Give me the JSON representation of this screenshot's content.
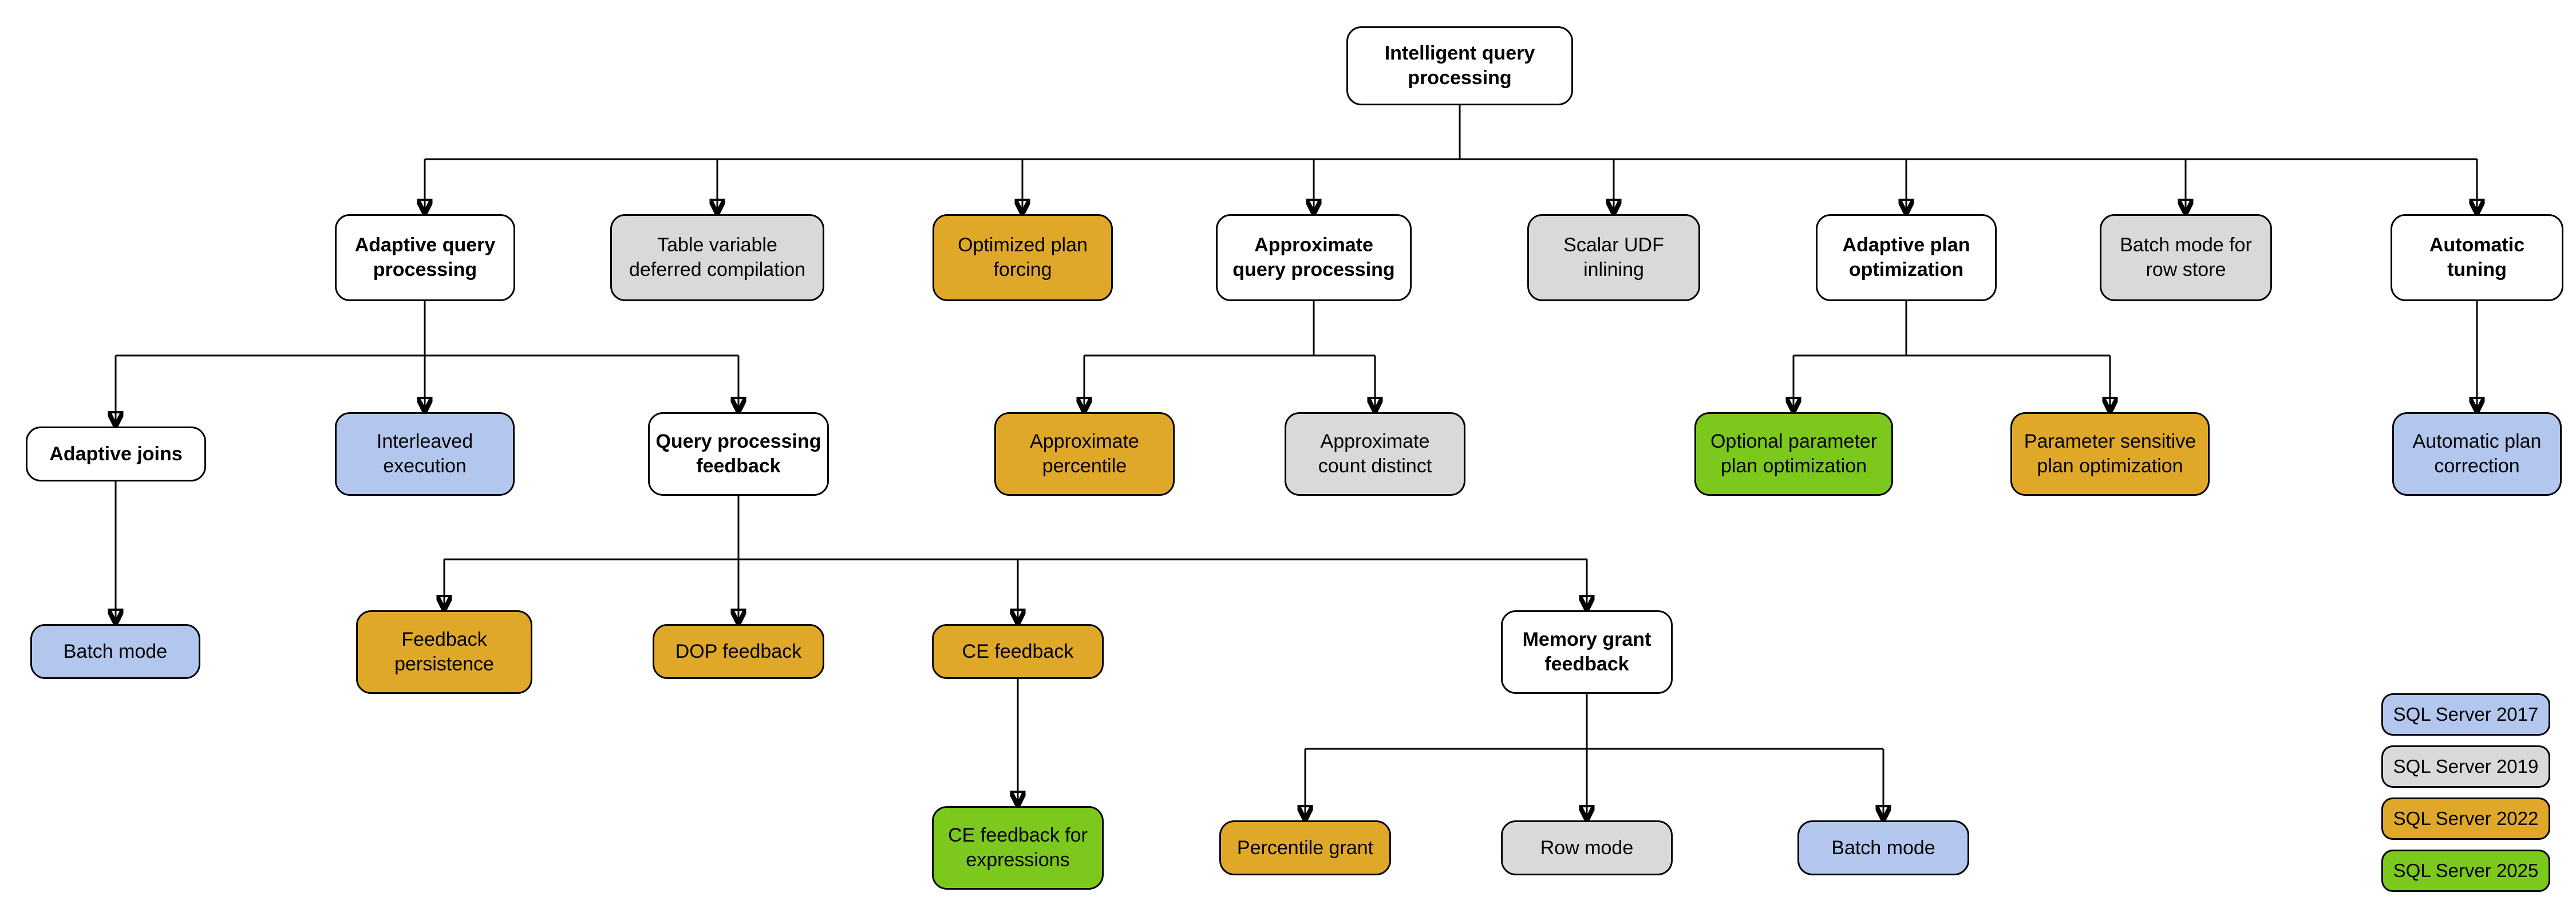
{
  "colors": {
    "v2017": "#B2C6EE",
    "v2019": "#D9D9D9",
    "v2022": "#DFA828",
    "v2025": "#7CC81C",
    "node_border": "#000000",
    "background": "#FFFFFF"
  },
  "diagram": {
    "nodes": [
      {
        "id": "iqp",
        "label": "Intelligent query\nprocessing",
        "version": "category"
      },
      {
        "id": "aqp",
        "label": "Adaptive query\nprocessing",
        "version": "category"
      },
      {
        "id": "tvdc",
        "label": "Table variable\ndeferred compilation",
        "version": "SQL Server 2019"
      },
      {
        "id": "opf",
        "label": "Optimized plan\nforcing",
        "version": "SQL Server 2022"
      },
      {
        "id": "axqp",
        "label": "Approximate\nquery processing",
        "version": "category"
      },
      {
        "id": "sudf",
        "label": "Scalar UDF\ninlining",
        "version": "SQL Server 2019"
      },
      {
        "id": "apo",
        "label": "Adaptive plan\noptimization",
        "version": "category"
      },
      {
        "id": "bmrs",
        "label": "Batch mode for\nrow store",
        "version": "SQL Server 2019"
      },
      {
        "id": "atun",
        "label": "Automatic\ntuning",
        "version": "category"
      },
      {
        "id": "ajoin",
        "label": "Adaptive joins",
        "version": "category"
      },
      {
        "id": "iexec",
        "label": "Interleaved\nexecution",
        "version": "SQL Server 2017"
      },
      {
        "id": "qpfb",
        "label": "Query processing\nfeedback",
        "version": "category"
      },
      {
        "id": "apct",
        "label": "Approximate\npercentile",
        "version": "SQL Server 2022"
      },
      {
        "id": "acd",
        "label": "Approximate\ncount distinct",
        "version": "SQL Server 2019"
      },
      {
        "id": "oppo",
        "label": "Optional parameter\nplan optimization",
        "version": "SQL Server 2025"
      },
      {
        "id": "pspo",
        "label": "Parameter sensitive\nplan optimization",
        "version": "SQL Server 2022"
      },
      {
        "id": "apc",
        "label": "Automatic plan\ncorrection",
        "version": "SQL Server 2017"
      },
      {
        "id": "bmode1",
        "label": "Batch mode",
        "version": "SQL Server 2017"
      },
      {
        "id": "fpers",
        "label": "Feedback\npersistence",
        "version": "SQL Server 2022"
      },
      {
        "id": "dopfb",
        "label": "DOP feedback",
        "version": "SQL Server 2022"
      },
      {
        "id": "cefb",
        "label": "CE feedback",
        "version": "SQL Server 2022"
      },
      {
        "id": "mgfb",
        "label": "Memory grant\nfeedback",
        "version": "category"
      },
      {
        "id": "cefe",
        "label": "CE feedback for\nexpressions",
        "version": "SQL Server 2025"
      },
      {
        "id": "pgrant",
        "label": "Percentile grant",
        "version": "SQL Server 2022"
      },
      {
        "id": "rmode",
        "label": "Row mode",
        "version": "SQL Server 2019"
      },
      {
        "id": "bmode2",
        "label": "Batch mode",
        "version": "SQL Server 2017"
      }
    ],
    "edges": [
      [
        "iqp",
        "aqp"
      ],
      [
        "iqp",
        "tvdc"
      ],
      [
        "iqp",
        "opf"
      ],
      [
        "iqp",
        "axqp"
      ],
      [
        "iqp",
        "sudf"
      ],
      [
        "iqp",
        "apo"
      ],
      [
        "iqp",
        "bmrs"
      ],
      [
        "iqp",
        "atun"
      ],
      [
        "aqp",
        "ajoin"
      ],
      [
        "aqp",
        "iexec"
      ],
      [
        "aqp",
        "qpfb"
      ],
      [
        "axqp",
        "apct"
      ],
      [
        "axqp",
        "acd"
      ],
      [
        "apo",
        "oppo"
      ],
      [
        "apo",
        "pspo"
      ],
      [
        "atun",
        "apc"
      ],
      [
        "ajoin",
        "bmode1"
      ],
      [
        "qpfb",
        "fpers"
      ],
      [
        "qpfb",
        "dopfb"
      ],
      [
        "qpfb",
        "cefb"
      ],
      [
        "qpfb",
        "mgfb"
      ],
      [
        "cefb",
        "cefe"
      ],
      [
        "mgfb",
        "pgrant"
      ],
      [
        "mgfb",
        "rmode"
      ],
      [
        "mgfb",
        "bmode2"
      ]
    ],
    "legend": {
      "items": [
        {
          "label": "SQL Server 2017",
          "color": "#B2C6EE"
        },
        {
          "label": "SQL Server 2019",
          "color": "#D9D9D9"
        },
        {
          "label": "SQL Server 2022",
          "color": "#DFA828"
        },
        {
          "label": "SQL Server 2025",
          "color": "#7CC81C"
        }
      ]
    }
  }
}
